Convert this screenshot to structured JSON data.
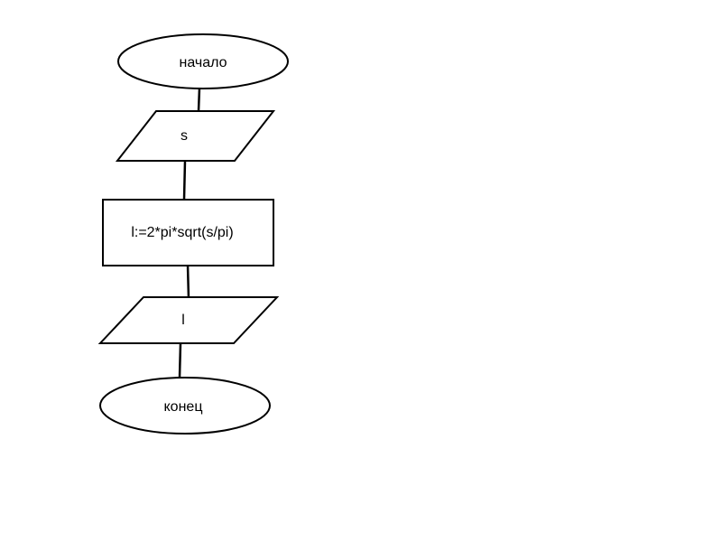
{
  "flowchart": {
    "start": {
      "label": "начало",
      "shape": "terminator"
    },
    "input": {
      "label": "s",
      "shape": "input-output"
    },
    "process": {
      "label": "l:=2*pi*sqrt(s/pi)",
      "shape": "process"
    },
    "output": {
      "label": "l",
      "shape": "input-output"
    },
    "end": {
      "label": "конец",
      "shape": "terminator"
    }
  },
  "colors": {
    "stroke": "#000000",
    "fill": "#ffffff",
    "background": "#ffffff"
  }
}
